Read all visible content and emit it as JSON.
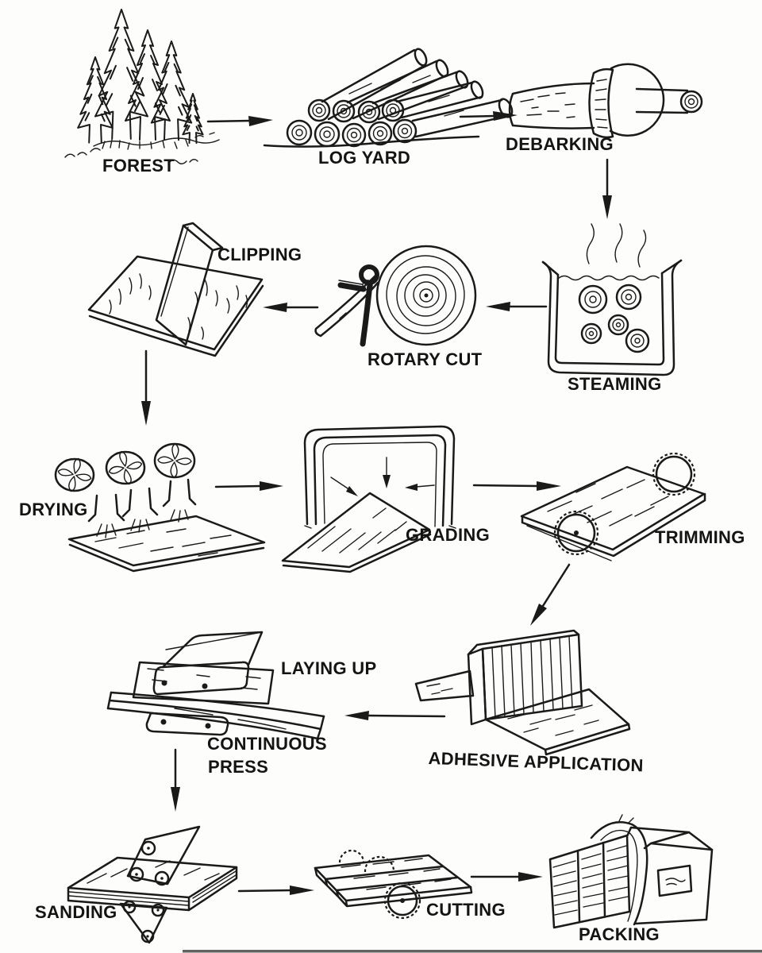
{
  "diagram": {
    "type": "process-flow",
    "subject": "Plywood manufacturing process",
    "style": "hand-drawn black ink sketch on white paper"
  },
  "colors": {
    "ink": "#1a1a1a",
    "paper": "#fdfdfb"
  },
  "stages": [
    {
      "id": "forest",
      "label": "FOREST",
      "sketch": "cluster of pine trees on grassy ground"
    },
    {
      "id": "log-yard",
      "label": "LOG YARD",
      "sketch": "stacked logs with growth-ring ends"
    },
    {
      "id": "debarking",
      "label": "DEBARKING",
      "sketch": "log passing through a ring debarker"
    },
    {
      "id": "steaming",
      "label": "STEAMING",
      "sketch": "open vat with log sections and rising steam"
    },
    {
      "id": "rotary-cut",
      "label": "ROTARY CUT",
      "sketch": "log spiral peeled into veneer by a knife"
    },
    {
      "id": "clipping",
      "label": "CLIPPING",
      "sketch": "guillotine blade standing on a veneer sheet"
    },
    {
      "id": "drying",
      "label": "DRYING",
      "sketch": "three fans blowing air down onto a veneer sheet"
    },
    {
      "id": "grading",
      "label": "GRADING",
      "sketch": "veneer passing through an inspection arch"
    },
    {
      "id": "trimming",
      "label": "TRIMMING",
      "sketch": "panel trimmed by circular saws at two corners"
    },
    {
      "id": "adhesive-application",
      "label": "ADHESIVE APPLICATION",
      "sketch": "veneer passing through a glue curtain wall"
    },
    {
      "id": "laying-up",
      "label": "LAYING UP",
      "sketch": "veneer sheets stacked into the press line"
    },
    {
      "id": "continuous-press",
      "label": "CONTINUOUS PRESS",
      "label_lines": [
        "CONTINUOUS",
        "PRESS"
      ],
      "sketch": "press blocks squeezing layered sheets"
    },
    {
      "id": "sanding",
      "label": "SANDING",
      "sketch": "belt sanders above and below a plywood panel"
    },
    {
      "id": "cutting",
      "label": "CUTTING",
      "sketch": "panel sawn into strips by circular saws"
    },
    {
      "id": "packing",
      "label": "PACKING",
      "sketch": "strapped stack of plywood beside a carton"
    }
  ],
  "flow": [
    [
      "forest",
      "log-yard"
    ],
    [
      "log-yard",
      "debarking"
    ],
    [
      "debarking",
      "steaming"
    ],
    [
      "steaming",
      "rotary-cut"
    ],
    [
      "rotary-cut",
      "clipping"
    ],
    [
      "clipping",
      "drying"
    ],
    [
      "drying",
      "grading"
    ],
    [
      "grading",
      "trimming"
    ],
    [
      "trimming",
      "adhesive-application"
    ],
    [
      "adhesive-application",
      "laying-up"
    ],
    [
      "continuous-press",
      "sanding"
    ],
    [
      "sanding",
      "cutting"
    ],
    [
      "cutting",
      "packing"
    ]
  ]
}
